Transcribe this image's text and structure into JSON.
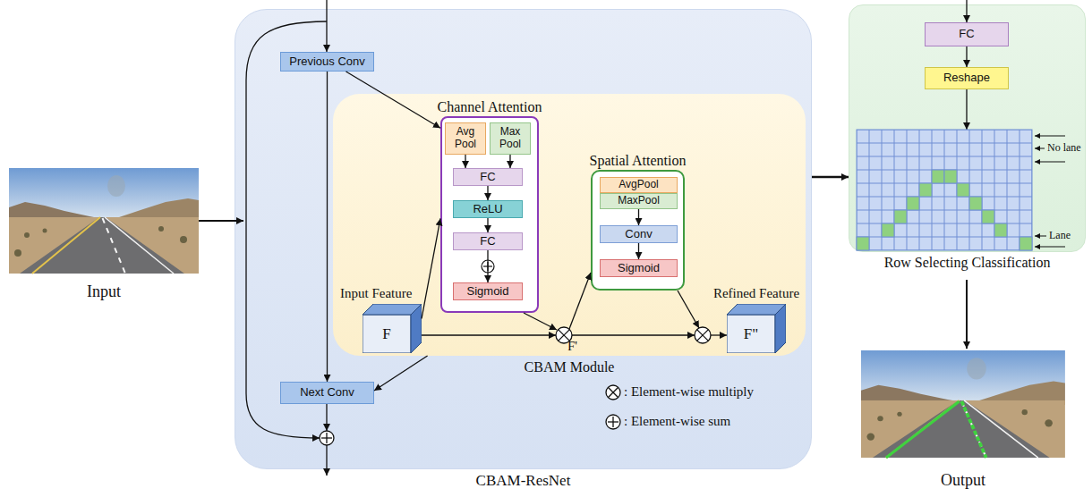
{
  "diagram": {
    "nodes": [
      {
        "text": [
          "CBAM-ResNet"
        ]
      },
      {
        "text": [
          "Previous Conv"
        ],
        "in": 0
      },
      {
        "text": [
          "CBAM Module"
        ],
        "in": 0
      },
      {
        "text": [
          "Channel Attention"
        ],
        "in": 2
      },
      {
        "text": [
          "Avg Pool"
        ],
        "in": 3
      },
      {
        "text": [
          "Max Pool"
        ],
        "in": 3
      },
      {
        "text": [
          "FC"
        ],
        "in": 3
      },
      {
        "text": [
          "ReLU"
        ],
        "in": 3
      },
      {
        "text": [
          "FC"
        ],
        "in": 3
      },
      {
        "text": [
          "Sigmoid"
        ],
        "in": 3
      },
      {
        "text": [
          "Spatial Attention"
        ],
        "in": 2
      },
      {
        "text": [
          "AvgPool"
        ],
        "in": 10
      },
      {
        "text": [
          "MaxPool"
        ],
        "in": 10
      },
      {
        "text": [
          "Conv"
        ],
        "in": 10
      },
      {
        "text": [
          "Sigmoid"
        ],
        "in": 10
      },
      {
        "text": [
          "Input Feature",
          "F"
        ],
        "in": 2
      },
      {
        "text": [
          "Refined Feature",
          "F\""
        ],
        "in": 2
      },
      {
        "text": [
          "Next Conv"
        ],
        "in": 0
      },
      {
        "text": [
          "Row Selecting Classification"
        ]
      },
      {
        "text": [
          "FC"
        ],
        "in": 18
      },
      {
        "text": [
          "Reshape"
        ],
        "in": 18
      }
    ],
    "edges": [
      {
        "from": 1,
        "to": 17,
        "arrow": "to"
      },
      {
        "from": 1,
        "to": 3,
        "arrow": "to"
      },
      {
        "from": 2,
        "to": 17,
        "arrow": "to"
      },
      {
        "from": 4,
        "to": 6,
        "arrow": "to"
      },
      {
        "from": 5,
        "to": 6,
        "arrow": "to"
      },
      {
        "from": 6,
        "to": 7,
        "arrow": "to"
      },
      {
        "from": 7,
        "to": 8,
        "arrow": "to"
      },
      {
        "from": 8,
        "to": 9,
        "arrow": "to"
      },
      {
        "from": 15,
        "to": 3,
        "arrow": "to"
      },
      {
        "from": 12,
        "to": 13,
        "arrow": "to"
      },
      {
        "from": 13,
        "to": 14,
        "arrow": "to"
      },
      {
        "from": 0,
        "to": 18,
        "arrow": "to"
      },
      {
        "from": 19,
        "to": 20,
        "arrow": "to"
      }
    ],
    "labels": [
      "Input",
      "F'",
      "No lane",
      "Lane",
      "Output"
    ],
    "legend": [
      {
        "text": ": Element-wise multiply"
      },
      {
        "text": ": Element-wise sum"
      }
    ]
  }
}
